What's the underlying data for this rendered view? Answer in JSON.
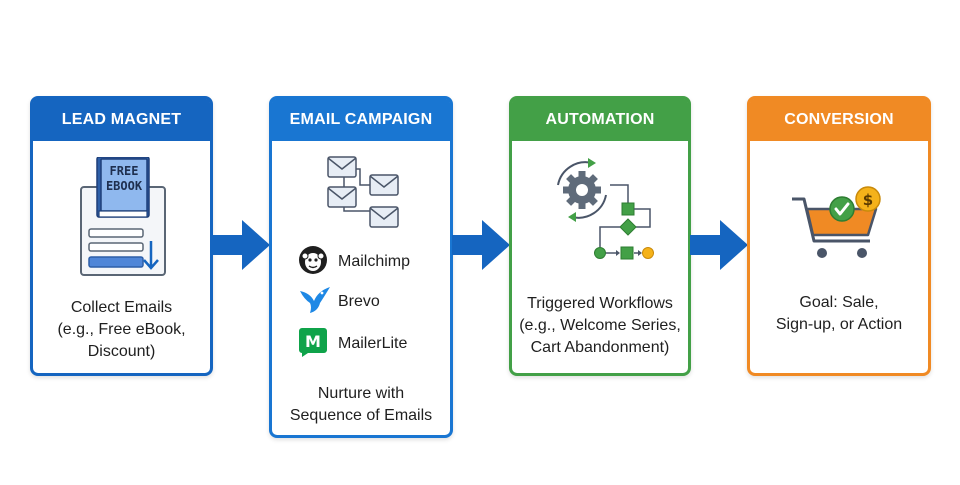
{
  "colors": {
    "lead_magnet": "#1565C0",
    "email_campaign": "#1976D2",
    "automation": "#43A047",
    "conversion": "#F08A24",
    "arrow": "#1565C0"
  },
  "steps": [
    {
      "title": "LEAD MAGNET",
      "text": "Collect Emails\n(e.g., Free eBook,\nDiscount)",
      "icon": "ebook-icon",
      "ebook_label": "FREE\nEBOOK"
    },
    {
      "title": "EMAIL CAMPAIGN",
      "text": "Nurture with\nSequence of Emails",
      "icon": "email-sequence-icon",
      "tools": [
        {
          "name": "Mailchimp",
          "icon": "mailchimp-icon"
        },
        {
          "name": "Brevo",
          "icon": "brevo-icon"
        },
        {
          "name": "MailerLite",
          "icon": "mailerlite-icon"
        }
      ]
    },
    {
      "title": "AUTOMATION",
      "text": "Triggered Workflows\n(e.g., Welcome Series,\nCart Abandonment)",
      "icon": "workflow-gear-icon"
    },
    {
      "title": "CONVERSION",
      "text": "Goal: Sale,\nSign-up, or Action",
      "icon": "shopping-cart-icon"
    }
  ]
}
